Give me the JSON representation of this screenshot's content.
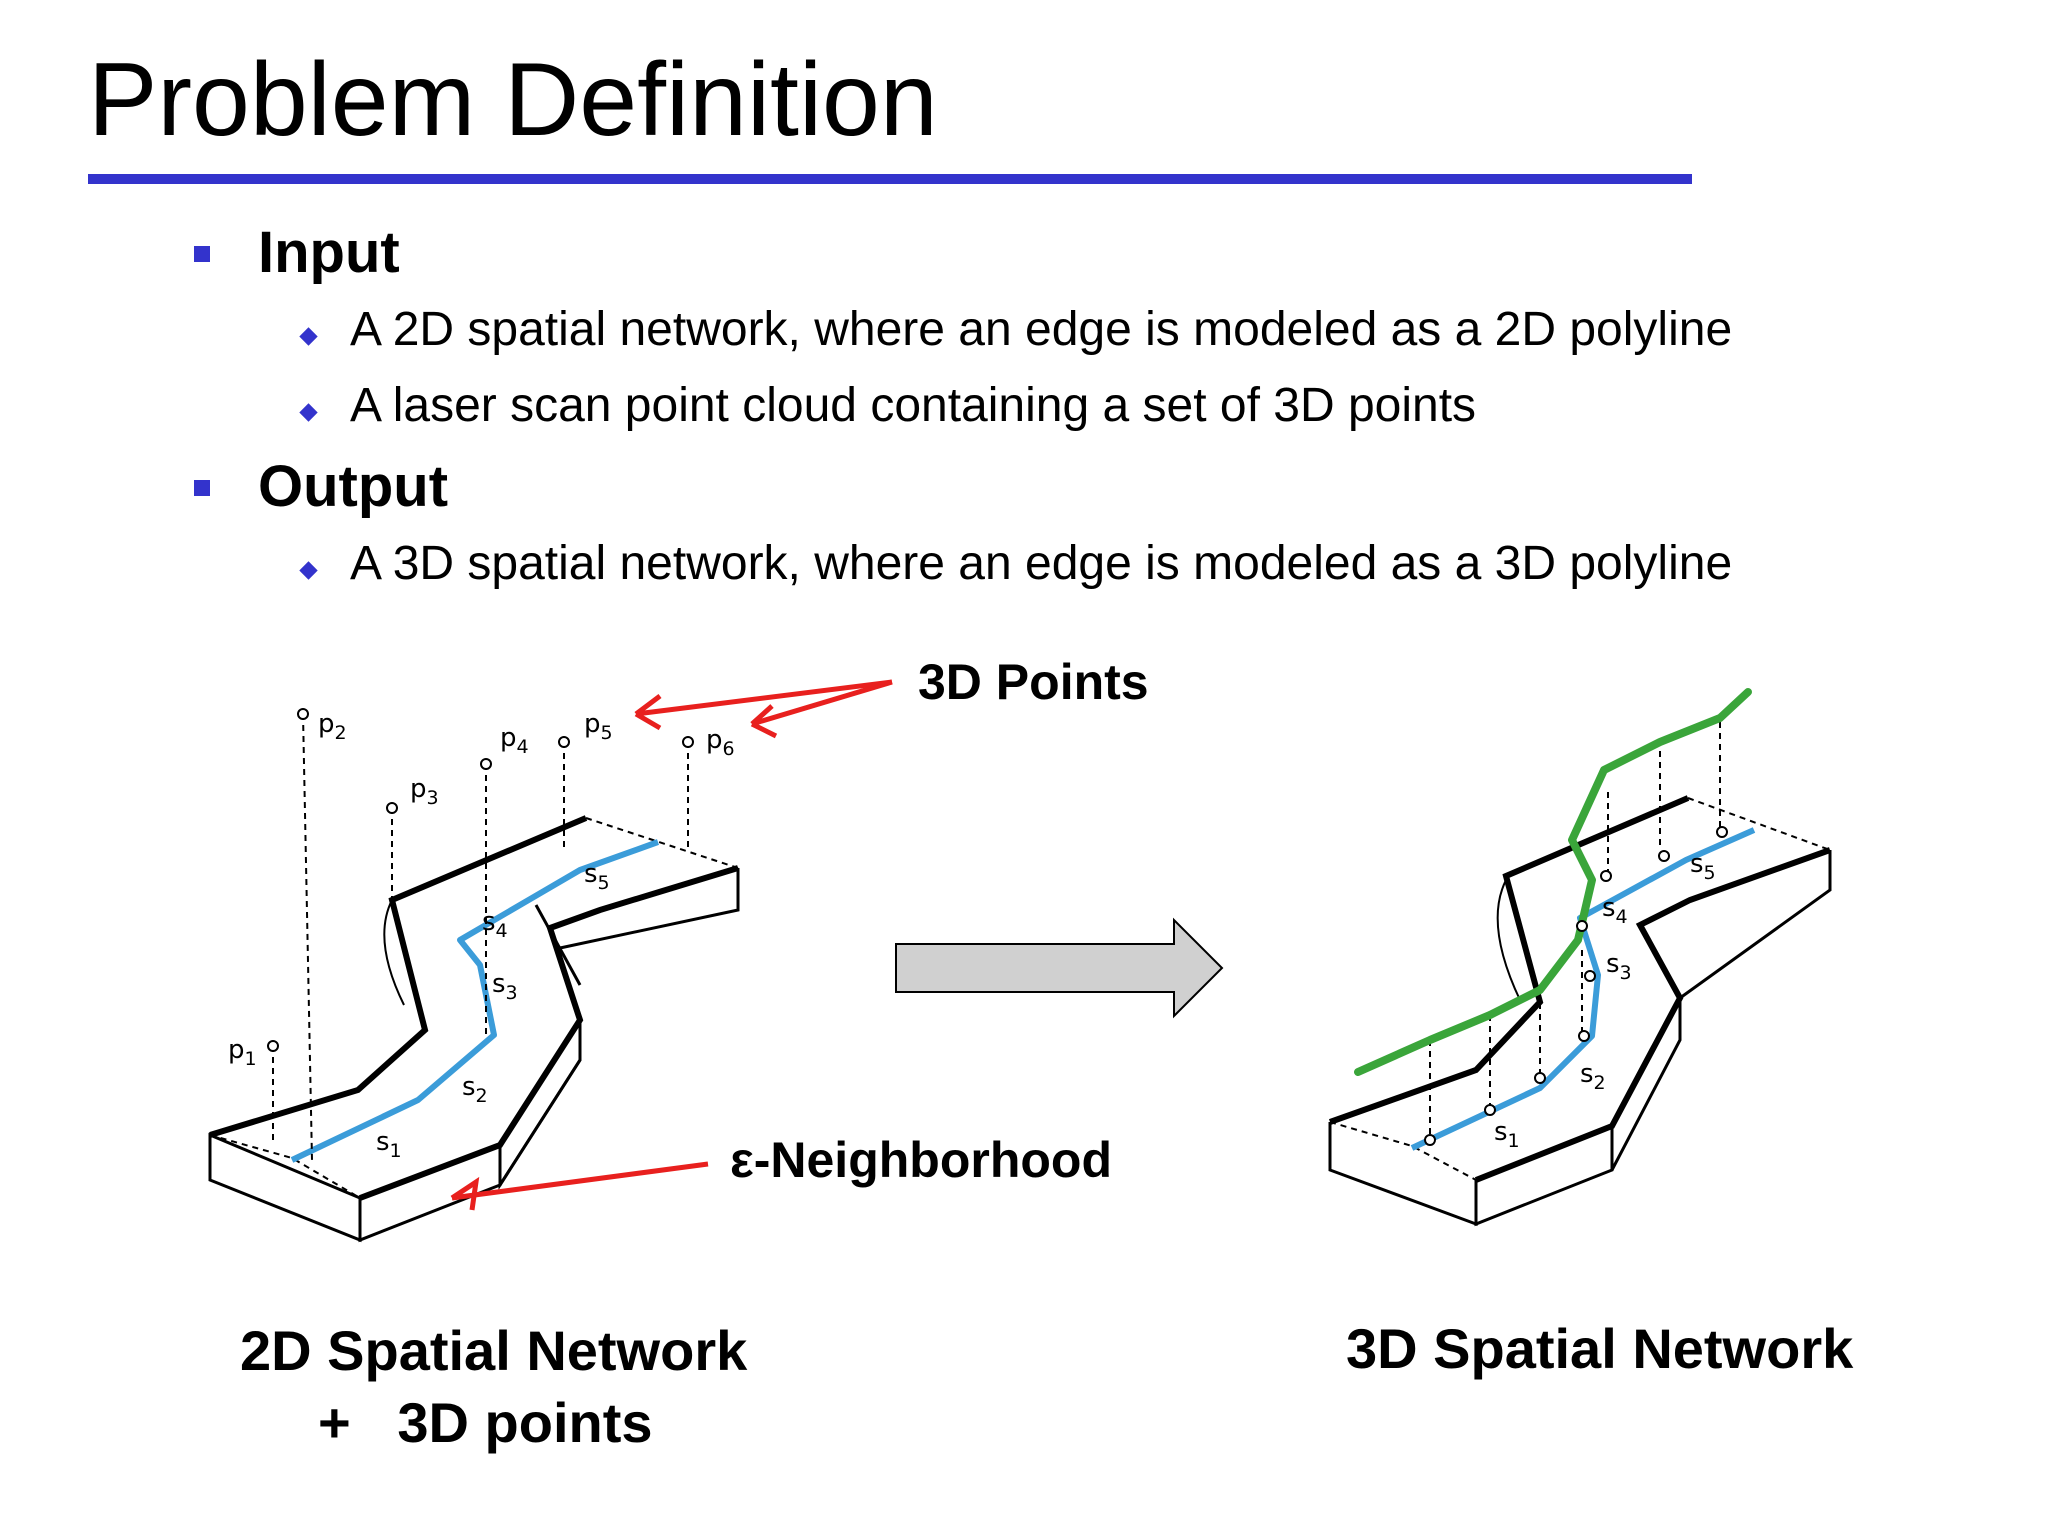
{
  "title": "Problem Definition",
  "bullets": [
    {
      "heading": "Input",
      "items": [
        "A 2D spatial network, where an edge is modeled as a 2D polyline",
        "A laser scan point cloud containing a set of 3D points"
      ]
    },
    {
      "heading": "Output",
      "items": [
        "A 3D spatial network, where an edge is modeled as a 3D polyline"
      ]
    }
  ],
  "figure": {
    "points_label": "3D Points",
    "neighborhood_label": "ε-Neighborhood",
    "left_caption_line1": "2D Spatial Network",
    "left_caption_line2": "+   3D points",
    "right_caption": "3D Spatial Network",
    "left_point_labels": [
      {
        "base": "p",
        "sub": "1"
      },
      {
        "base": "p",
        "sub": "2"
      },
      {
        "base": "p",
        "sub": "3"
      },
      {
        "base": "p",
        "sub": "4"
      },
      {
        "base": "p",
        "sub": "5"
      },
      {
        "base": "p",
        "sub": "6"
      }
    ],
    "left_segment_labels": [
      {
        "base": "s",
        "sub": "1"
      },
      {
        "base": "s",
        "sub": "2"
      },
      {
        "base": "s",
        "sub": "3"
      },
      {
        "base": "s",
        "sub": "4"
      },
      {
        "base": "s",
        "sub": "5"
      }
    ],
    "right_segment_labels": [
      {
        "base": "s",
        "sub": "1"
      },
      {
        "base": "s",
        "sub": "2"
      },
      {
        "base": "s",
        "sub": "3"
      },
      {
        "base": "s",
        "sub": "4"
      },
      {
        "base": "s",
        "sub": "5"
      }
    ],
    "colors": {
      "accent": "#3333cc",
      "polyline_2d": "#3b9cd9",
      "polyline_3d": "#3aa53a",
      "arrow": "#e8201e",
      "transform_arrow": "#d0d0d0"
    }
  }
}
